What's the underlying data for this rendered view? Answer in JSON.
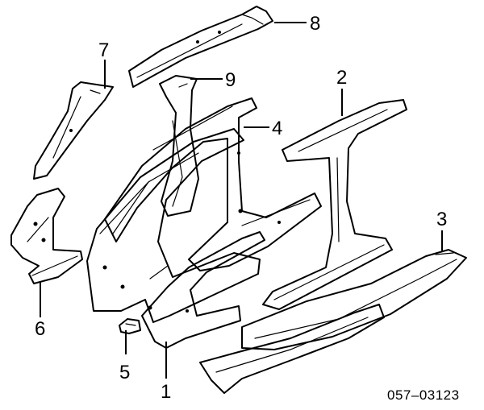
{
  "diagram": {
    "reference_code": "057–03123",
    "callouts": [
      "1",
      "2",
      "3",
      "4",
      "5",
      "6",
      "7",
      "8",
      "9"
    ]
  }
}
